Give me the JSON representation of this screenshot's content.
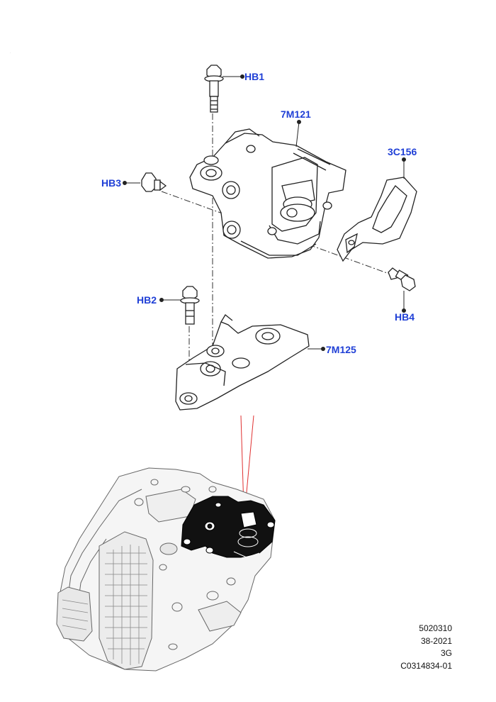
{
  "callouts": {
    "hb1": "HB1",
    "m121": "7M121",
    "c156": "3C156",
    "hb3": "HB3",
    "hb4": "HB4",
    "hb2": "HB2",
    "m125": "7M125"
  },
  "reference": {
    "line1": "5020310",
    "line2": "38-2021",
    "line3": "3G",
    "line4": "C0314834-01"
  },
  "colors": {
    "callout_text": "#1f3fd6",
    "leader_red": "#e03030",
    "line_art": "#222222",
    "highlight_fill": "#111111"
  }
}
